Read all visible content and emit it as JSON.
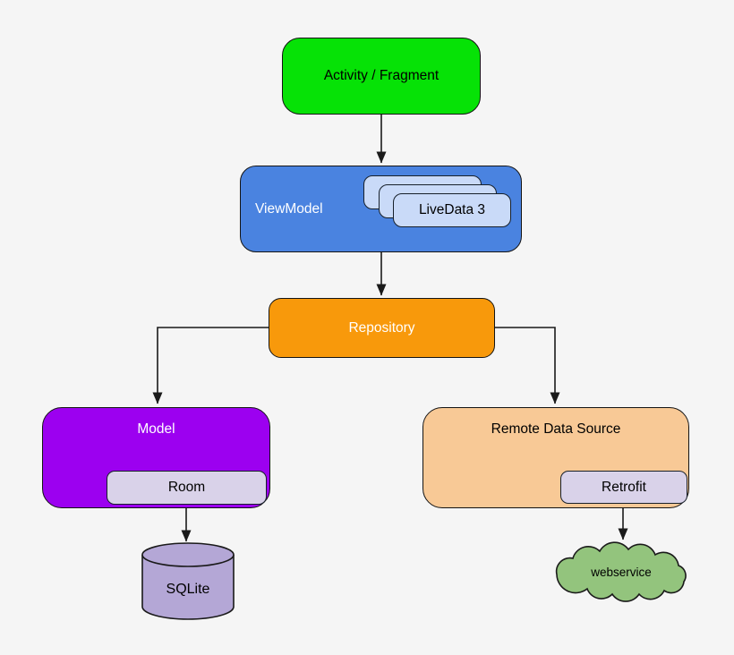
{
  "canvas": {
    "background": "#F5F5F5",
    "connector_color": "#1A1A1A"
  },
  "nodes": {
    "activity": {
      "label": "Activity / Fragment",
      "fill": "#06E206",
      "text": "#000000"
    },
    "viewmodel": {
      "label": "ViewModel",
      "fill": "#4A83E0",
      "text": "#FFFFFF"
    },
    "livedata": {
      "label": "LiveData 3",
      "fill": "#C9DAF8",
      "text": "#000000",
      "stack_count": 3
    },
    "repository": {
      "label": "Repository",
      "fill": "#F8990B",
      "text": "#FFFFFF"
    },
    "model": {
      "label": "Model",
      "fill": "#9C00F0",
      "text": "#FFFFFF"
    },
    "room": {
      "label": "Room",
      "fill": "#D9D2E9",
      "text": "#000000"
    },
    "remote_data_source": {
      "label": "Remote Data Source",
      "fill": "#F8C996",
      "text": "#000000"
    },
    "retrofit": {
      "label": "Retrofit",
      "fill": "#D9D2E9",
      "text": "#000000"
    },
    "sqlite": {
      "label": "SQLite",
      "fill": "#B4A7D6",
      "text": "#000000",
      "shape": "cylinder"
    },
    "webservice": {
      "label": "webservice",
      "fill": "#93C47D",
      "text": "#000000",
      "shape": "cloud"
    }
  },
  "edges": [
    {
      "from": "activity",
      "to": "viewmodel"
    },
    {
      "from": "viewmodel",
      "to": "repository"
    },
    {
      "from": "repository",
      "to": "model"
    },
    {
      "from": "repository",
      "to": "remote_data_source"
    },
    {
      "from": "room",
      "to": "sqlite"
    },
    {
      "from": "retrofit",
      "to": "webservice"
    }
  ]
}
